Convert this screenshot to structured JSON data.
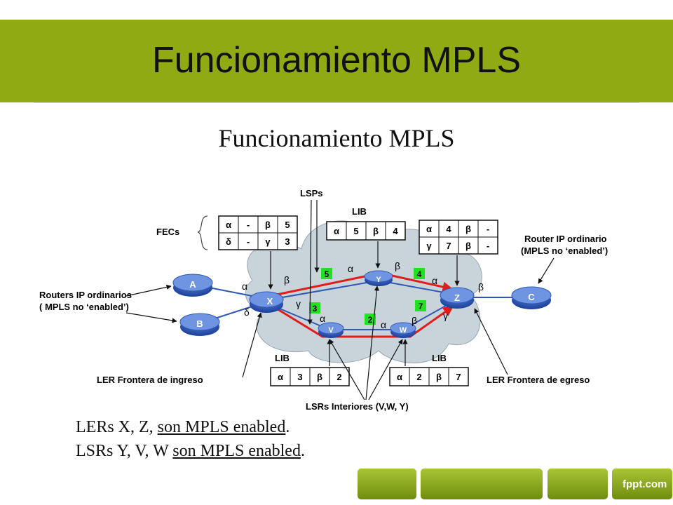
{
  "header": {
    "title": "Funcionamiento MPLS"
  },
  "figure": {
    "title": "Funcionamiento MPLS",
    "fecs_label": "FECs",
    "lsps_label": "LSPs",
    "lib_label": "LIB",
    "fec_table": [
      [
        "α",
        "-",
        "β",
        "5"
      ],
      [
        "δ",
        "-",
        "γ",
        "3"
      ]
    ],
    "lib_top": [
      "α",
      "5",
      "β",
      "4"
    ],
    "z_table": [
      [
        "α",
        "4",
        "β",
        "-"
      ],
      [
        "γ",
        "7",
        "β",
        "-"
      ]
    ],
    "lib_v": [
      "α",
      "3",
      "β",
      "2"
    ],
    "lib_w": [
      "α",
      "2",
      "β",
      "7"
    ],
    "routers": {
      "a": "A",
      "b": "B",
      "c": "C",
      "x": "X",
      "y": "Y",
      "z": "Z",
      "v": "V",
      "w": "W"
    },
    "labels": {
      "n5": "5",
      "n4": "4",
      "n3": "3",
      "n2": "2",
      "n7": "7"
    },
    "greek": {
      "alpha": "α",
      "beta": "β",
      "gamma": "γ",
      "delta": "δ"
    },
    "left_note": [
      "Routers IP ordinarios",
      "( MPLS no ‘enabled’)"
    ],
    "right_note": [
      "Router IP ordinario",
      "(MPLS no ‘enabled’)"
    ],
    "ler_in": "LER Frontera de ingreso",
    "ler_out": "LER Frontera de egreso",
    "lsr": "LSRs Interiores (V,W, Y)"
  },
  "footer_lines": {
    "l1_a": "LERs X, Z, ",
    "l1_b": "son MPLS enabled",
    "l1_c": ".",
    "l2_a": "LSRs Y, V, W ",
    "l2_b": "son MPLS enabled",
    "l2_c": "."
  },
  "brand": "fppt.com",
  "colors": {
    "title_bar": "#8faa12",
    "router": "#2f58b7",
    "path_red": "#e21b1b",
    "label_green": "#22e022",
    "cloud": "#c9d3da"
  }
}
